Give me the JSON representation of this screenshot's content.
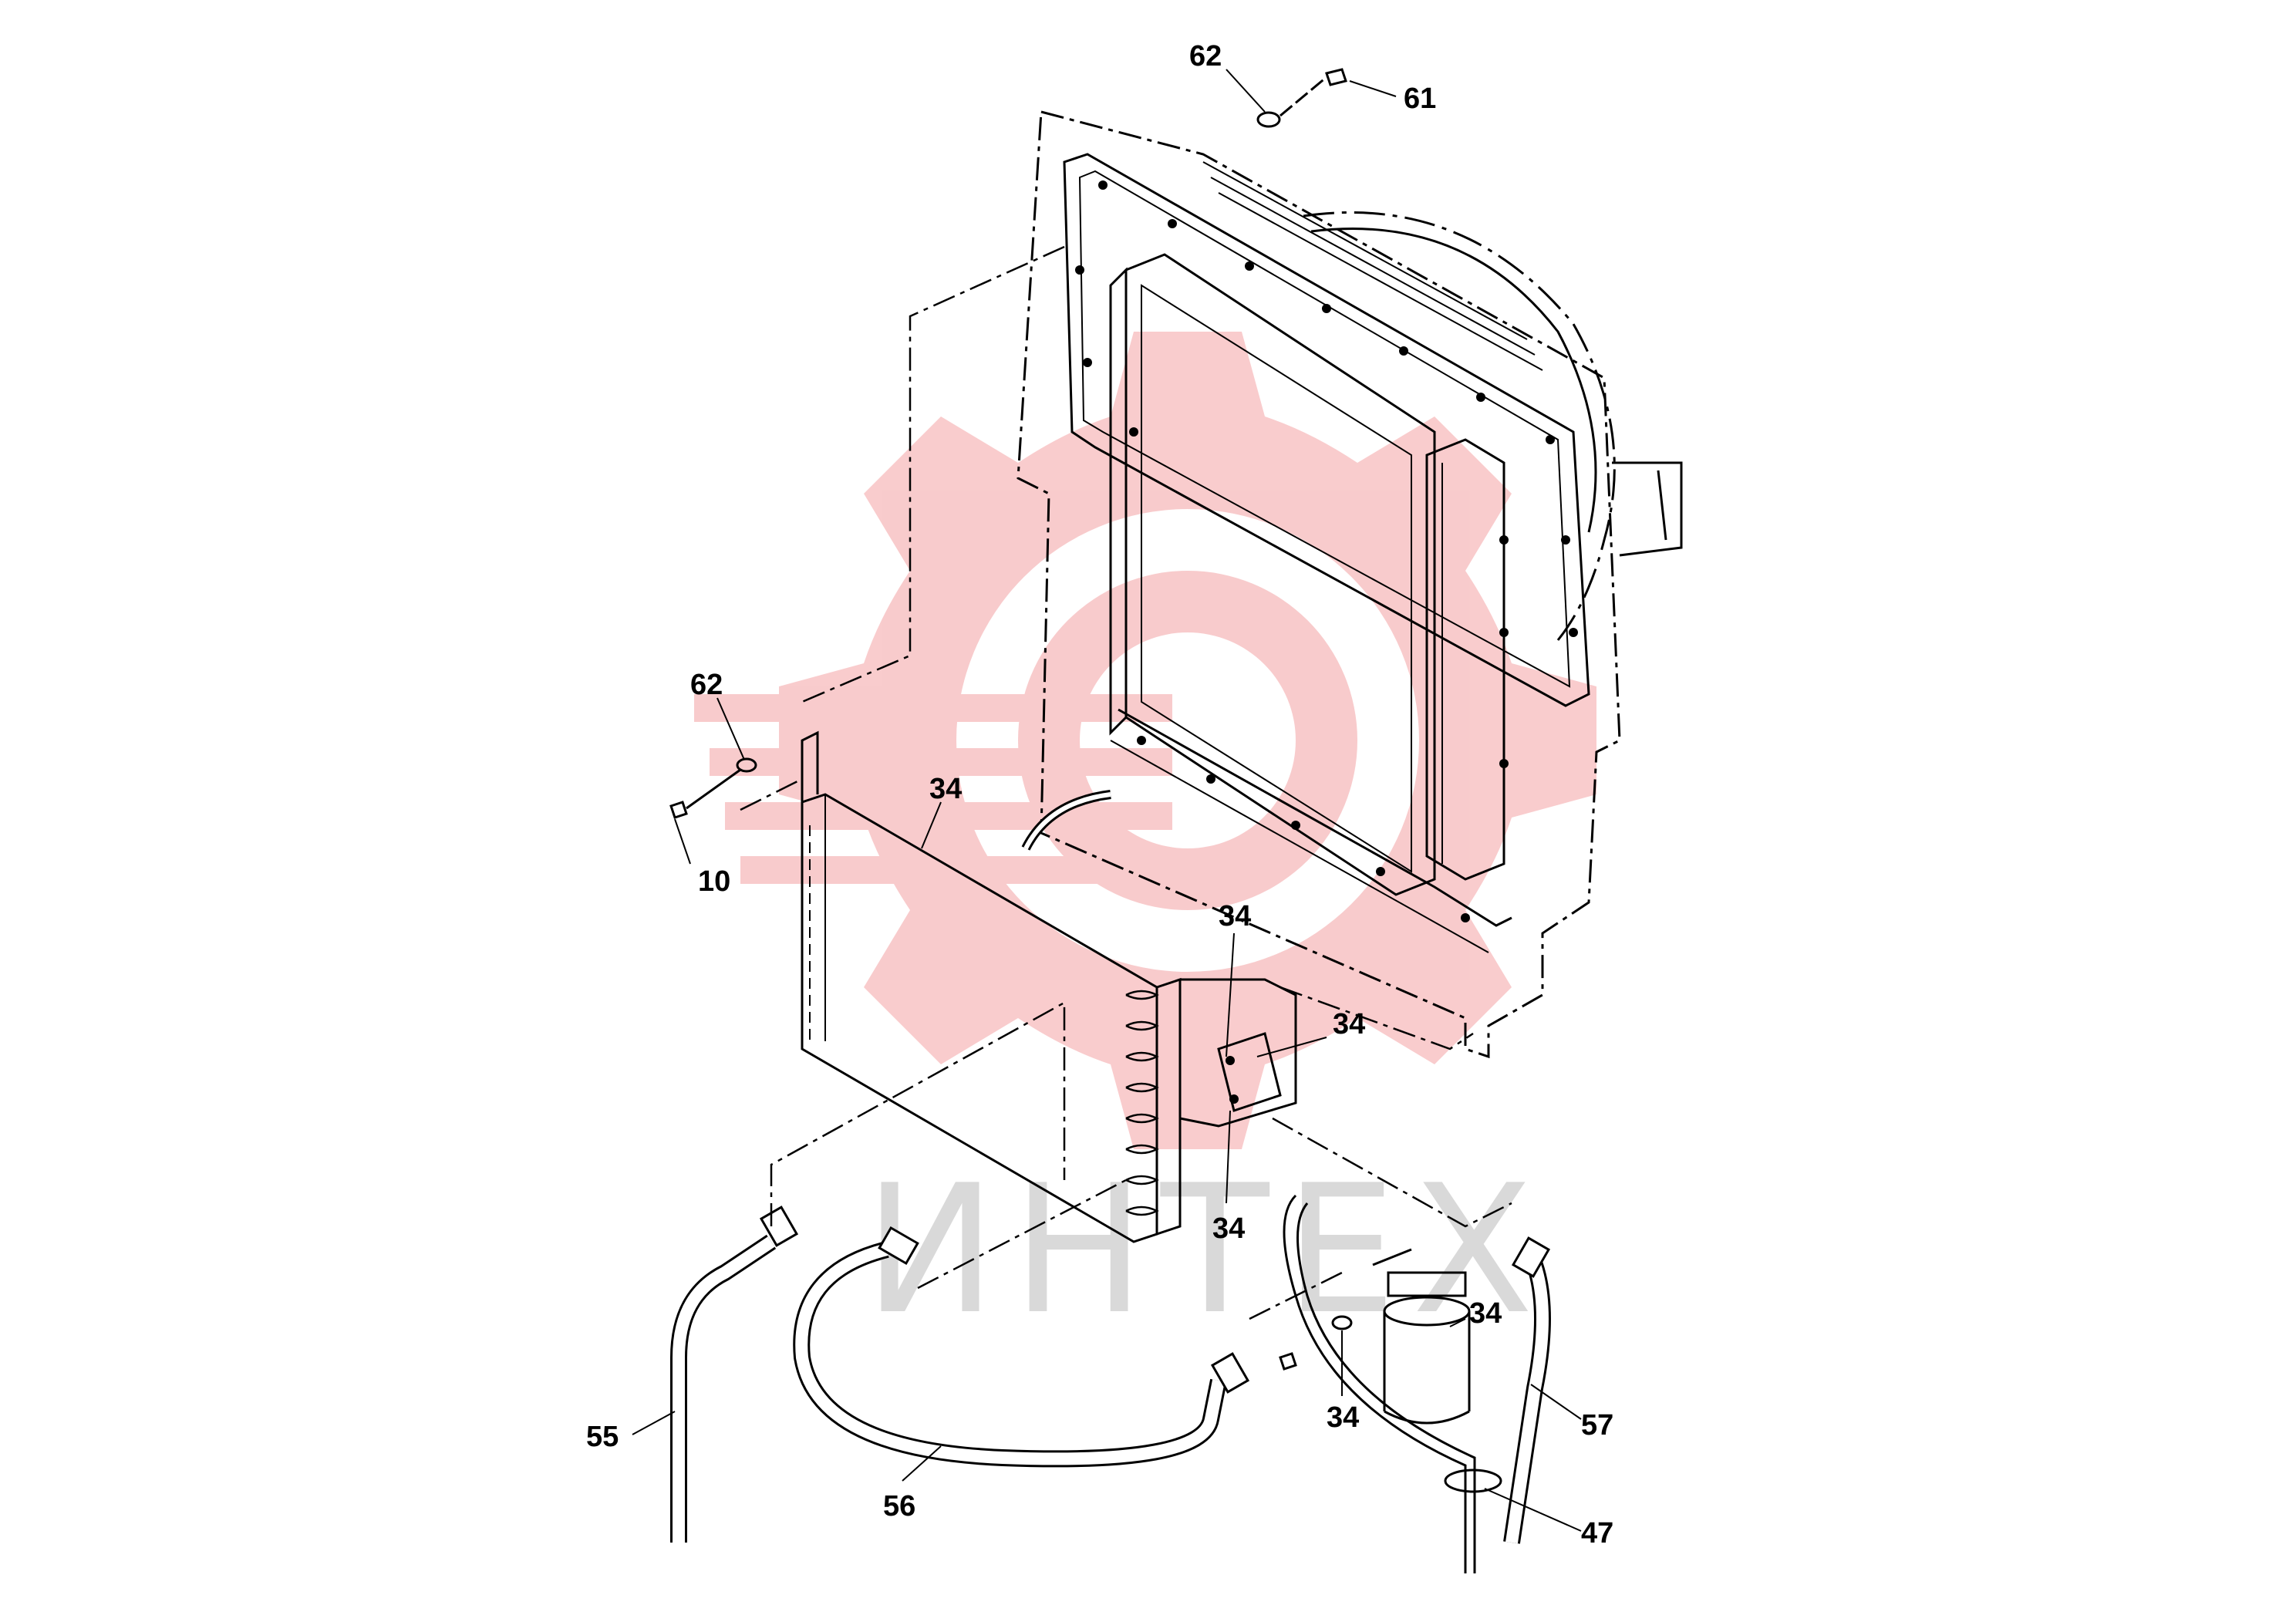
{
  "watermark": {
    "text": "ИНТЕХ",
    "logo_color": "#f2a0a0",
    "text_color": "#d9d9d9"
  },
  "colors": {
    "line": "#000000",
    "background": "#ffffff"
  },
  "callouts": [
    {
      "id": "c62a",
      "label": "62"
    },
    {
      "id": "c61",
      "label": "61"
    },
    {
      "id": "c62b",
      "label": "62"
    },
    {
      "id": "c10",
      "label": "10"
    },
    {
      "id": "c34a",
      "label": "34"
    },
    {
      "id": "c34b",
      "label": "34"
    },
    {
      "id": "c34c",
      "label": "34"
    },
    {
      "id": "c34d",
      "label": "34"
    },
    {
      "id": "c34e",
      "label": "34"
    },
    {
      "id": "c34f",
      "label": "34"
    },
    {
      "id": "c55",
      "label": "55"
    },
    {
      "id": "c56",
      "label": "56"
    },
    {
      "id": "c57",
      "label": "57"
    },
    {
      "id": "c47",
      "label": "47"
    }
  ]
}
